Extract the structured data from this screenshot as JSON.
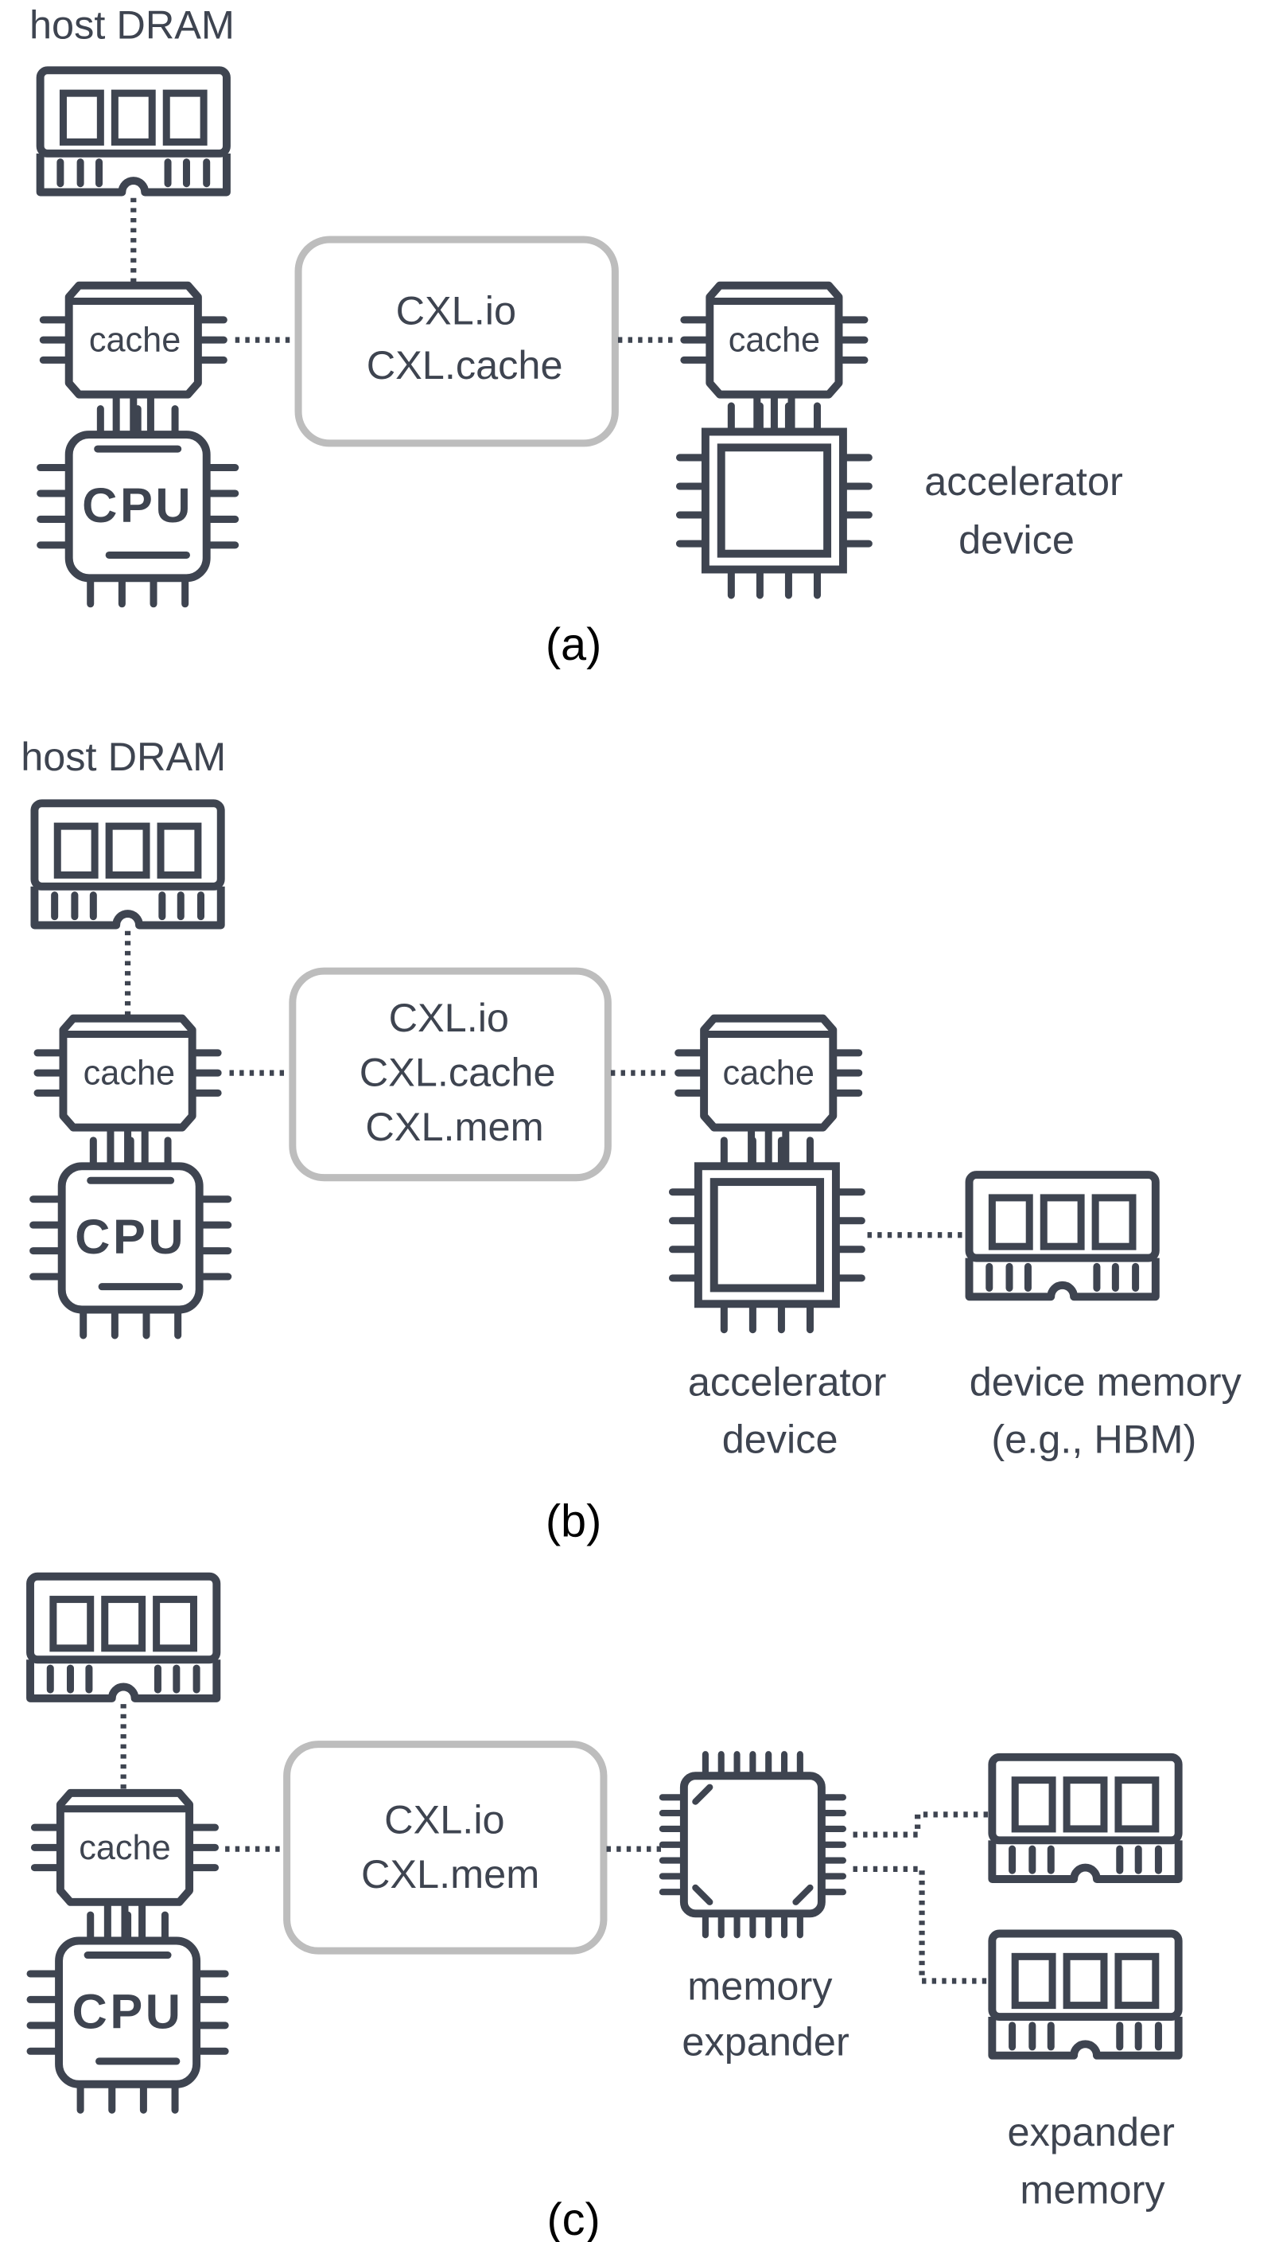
{
  "colors": {
    "icon": "#3e4450",
    "text": "#3e4450",
    "box_border": "#bdbdbd",
    "background": "#ffffff"
  },
  "icons": {
    "dram": "ram-module-icon",
    "cache": "cache-chip-icon",
    "cpu": "cpu-chip-icon",
    "accelerator": "accelerator-chip-icon",
    "expander": "memory-expander-chip-icon"
  },
  "chip_texts": {
    "cache": "cache",
    "cpu": "CPU"
  },
  "panel_a": {
    "host_dram_label": "host DRAM",
    "protocols": [
      "CXL.io",
      "CXL.cache"
    ],
    "accelerator_label": [
      "accelerator",
      "device"
    ],
    "caption": "(a)"
  },
  "panel_b": {
    "host_dram_label": "host DRAM",
    "protocols": [
      "CXL.io",
      "CXL.cache",
      "CXL.mem"
    ],
    "accelerator_label": [
      "accelerator",
      "device"
    ],
    "device_memory_label": [
      "device memory",
      "(e.g., HBM)"
    ],
    "caption": "(b)"
  },
  "panel_c": {
    "protocols": [
      "CXL.io",
      "CXL.mem"
    ],
    "expander_label": [
      "memory",
      "expander"
    ],
    "expander_memory_label": [
      "expander",
      "memory"
    ],
    "caption": "(c)"
  }
}
